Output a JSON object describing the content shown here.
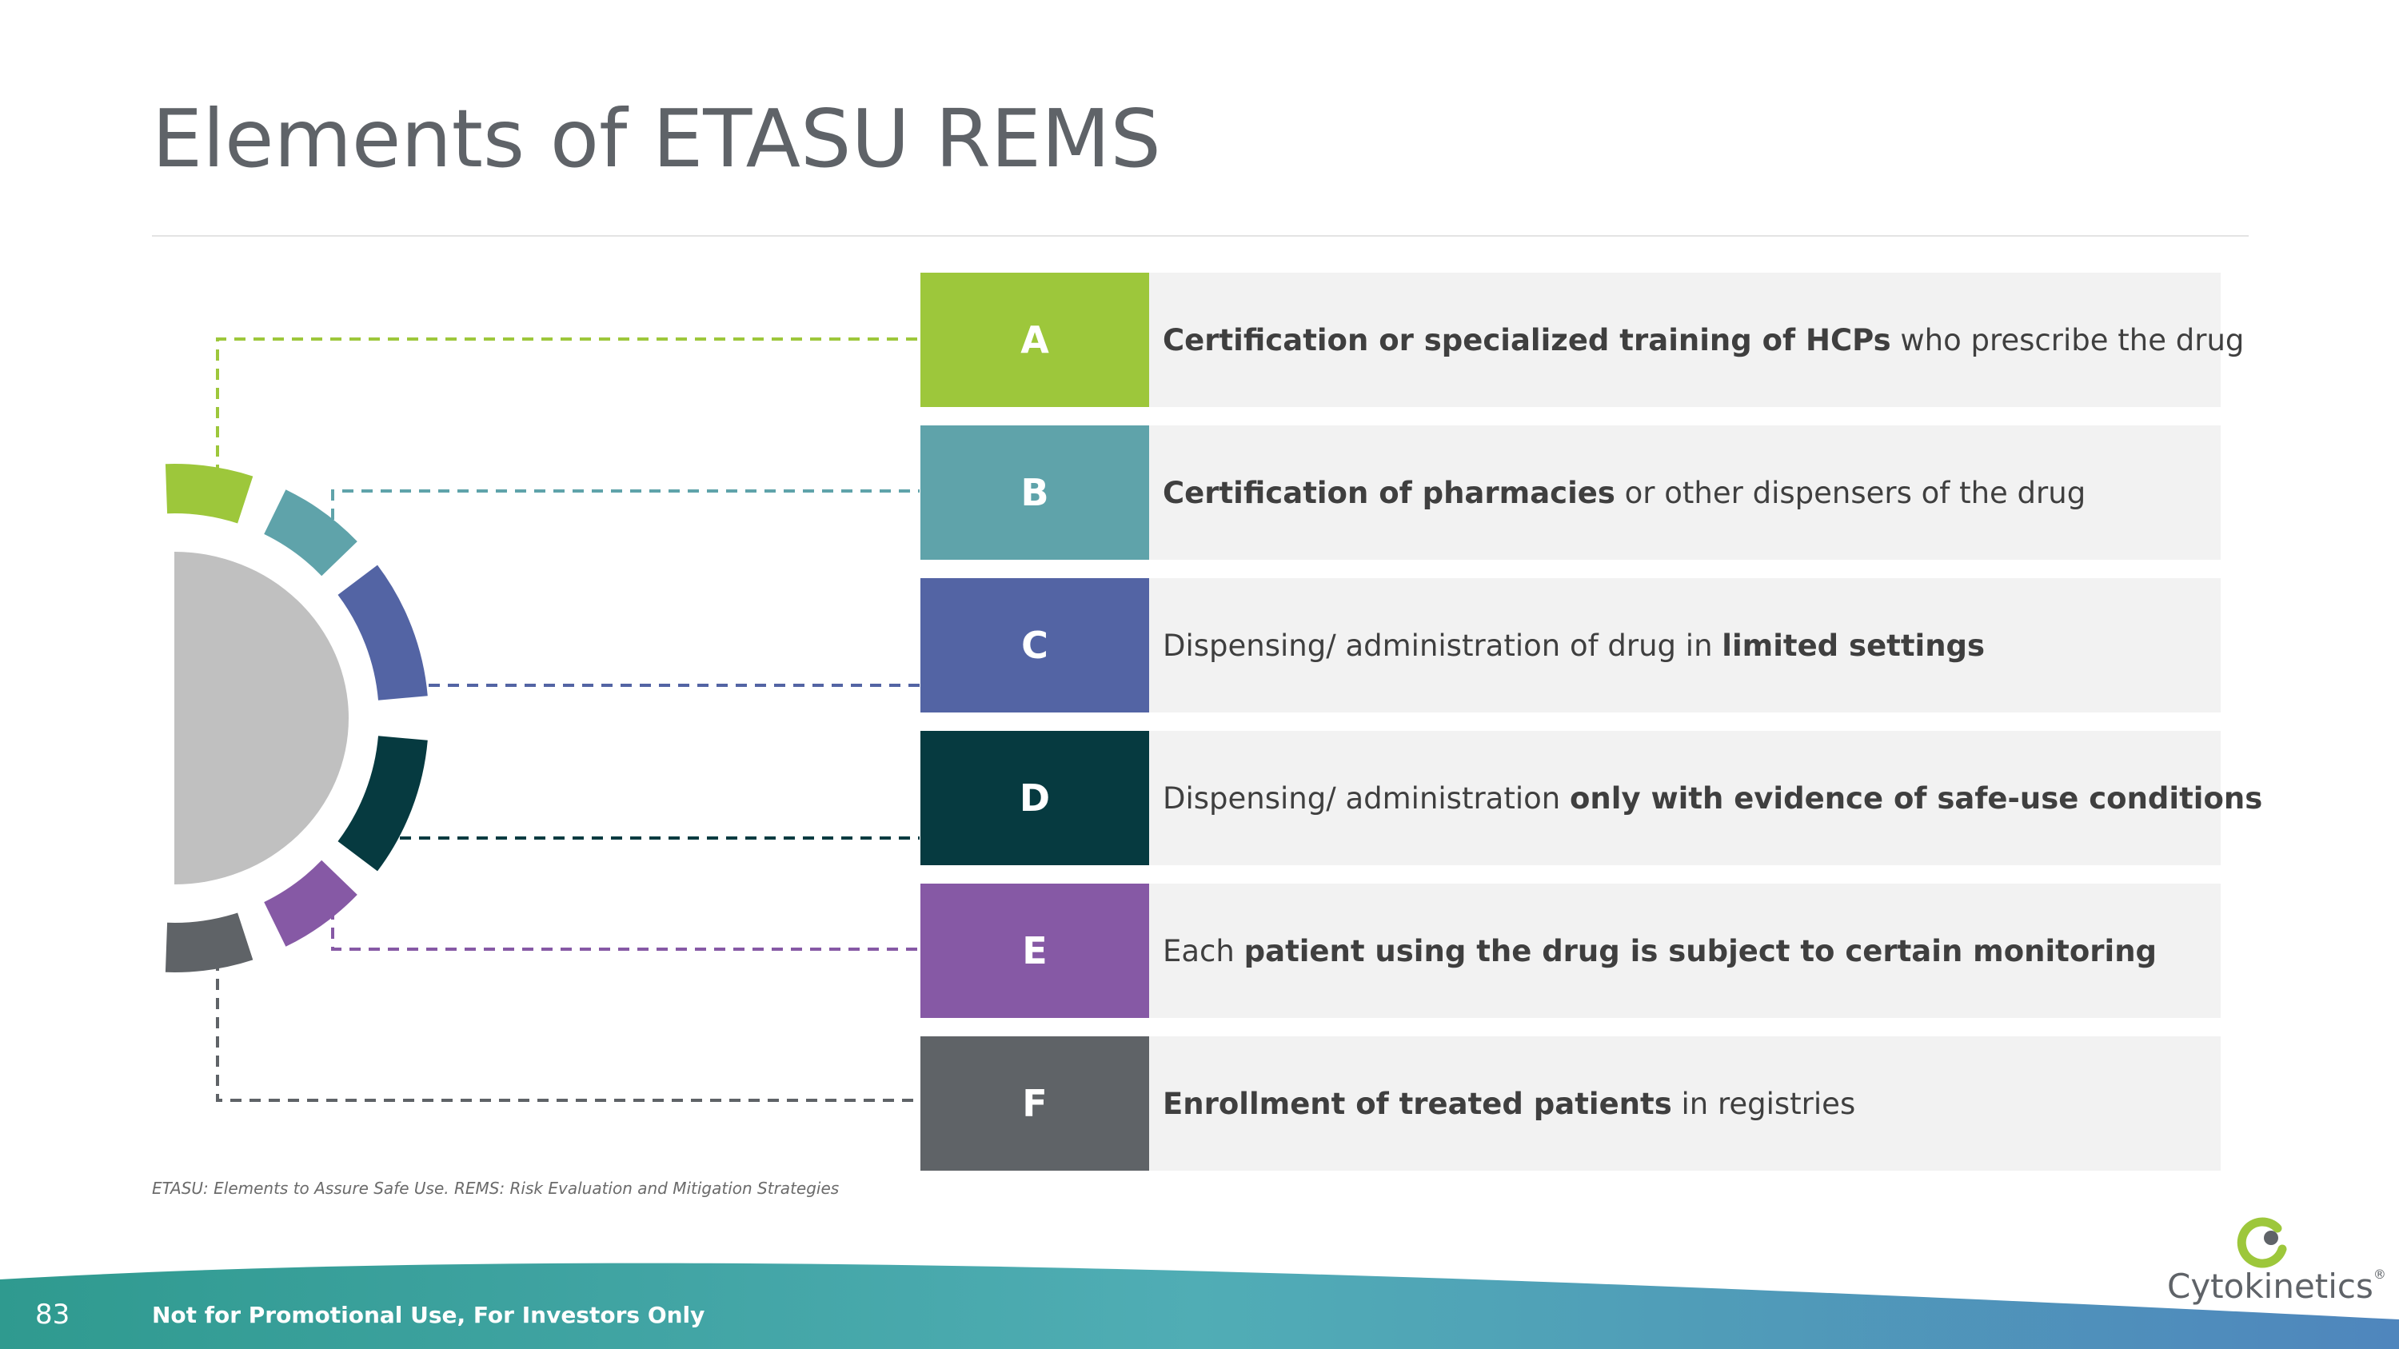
{
  "slide": {
    "title": "Elements of ETASU REMS",
    "page_number": "83",
    "disclaimer": "Not for Promotional Use, For Investors Only",
    "footnote": "ETASU: Elements to Assure Safe Use. REMS: Risk Evaluation and Mitigation Strategies",
    "logo_text": "Cytokinetics",
    "logo_mark": "®"
  },
  "colors": {
    "a": "#9dc73b",
    "b": "#5fa3aa",
    "c": "#5364a4",
    "d": "#063a40",
    "e": "#8659a5",
    "f": "#5f6367",
    "hub": "#c0c0c0",
    "row_bg": "#f2f2f2"
  },
  "elements": [
    {
      "letter": "A",
      "segments": [
        {
          "text": "Certification or specialized training of HCPs",
          "bold": true
        },
        {
          "text": " who prescribe the drug",
          "bold": false
        }
      ]
    },
    {
      "letter": "B",
      "segments": [
        {
          "text": "Certification of pharmacies",
          "bold": true
        },
        {
          "text": " or other dispensers of the drug",
          "bold": false
        }
      ]
    },
    {
      "letter": "C",
      "segments": [
        {
          "text": "Dispensing/ administration of drug in ",
          "bold": false
        },
        {
          "text": "limited settings",
          "bold": true
        }
      ]
    },
    {
      "letter": "D",
      "segments": [
        {
          "text": "Dispensing/ administration ",
          "bold": false
        },
        {
          "text": "only with evidence of safe-use conditions",
          "bold": true
        }
      ]
    },
    {
      "letter": "E",
      "segments": [
        {
          "text": "Each ",
          "bold": false
        },
        {
          "text": "patient using the drug is subject to certain monitoring",
          "bold": true
        }
      ]
    },
    {
      "letter": "F",
      "segments": [
        {
          "text": "Enrollment of treated patients",
          "bold": true
        },
        {
          "text": " in registries",
          "bold": false
        }
      ]
    }
  ]
}
